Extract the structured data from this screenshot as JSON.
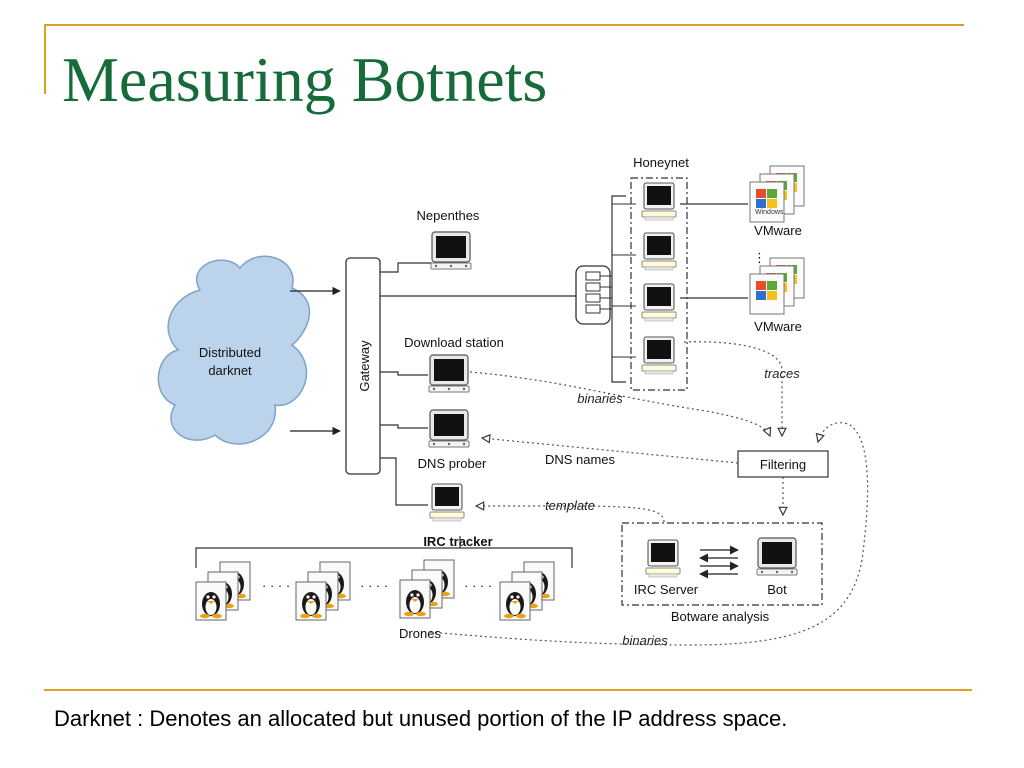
{
  "slide": {
    "title": "Measuring Botnets",
    "footnote": "Darknet : Denotes an allocated but unused portion of the IP address space."
  },
  "colors": {
    "title": "#166b3a",
    "accent_rule": "#d9a520",
    "cloud_fill": "#bcd3ec",
    "cloud_stroke": "#7fa2c8"
  },
  "diagram": {
    "cloud_label_line1": "Distributed",
    "cloud_label_line2": "darknet",
    "gateway": "Gateway",
    "nepenthes": "Nepenthes",
    "download_station": "Download station",
    "dns_prober": "DNS prober",
    "irc_tracker": "IRC tracker",
    "honeynet": "Honeynet",
    "vmware_top": "VMware",
    "vmware_bottom": "VMware",
    "windows_tag": "Windows",
    "traces": "traces",
    "binaries_top": "binaries",
    "dns_names": "DNS names",
    "filtering": "Filtering",
    "template": "template",
    "irc_server": "IRC Server",
    "bot": "Bot",
    "botware_analysis": "Botware analysis",
    "drones": "Drones",
    "binaries_bottom": "binaries",
    "dots": "· · · ·"
  }
}
